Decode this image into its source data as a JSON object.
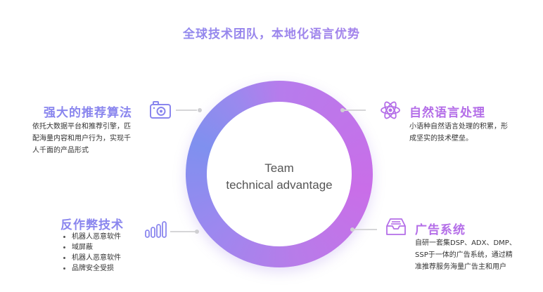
{
  "page": {
    "title": "全球技术团队，本地化语言优势"
  },
  "center": {
    "line1": "Team",
    "line2": "technical advantage"
  },
  "sections": {
    "algorithm": {
      "title": "强大的推荐算法",
      "desc_lines": [
        "依托大数据平台和推荐引擎，匹",
        "配海量内容和用户行为，实现千",
        "人千面的产品形式"
      ],
      "icon": "camera-icon"
    },
    "nlp": {
      "title": "自然语言处理",
      "desc_lines": [
        "小语种自然语言处理的积累，形",
        "成坚实的技术壁垒。"
      ],
      "icon": "atom-icon"
    },
    "anticheat": {
      "title": "反作弊技术",
      "bullets": [
        "机器人恶意软件",
        "域屏蔽",
        "机器人恶意软件",
        "品牌安全受损"
      ],
      "icon": "bar-chart-icon"
    },
    "ads": {
      "title": "广告系统",
      "desc_lines": [
        "自研一套集DSP、ADX、DMP、",
        "SSP于一体的广告系统，通过精",
        "准推荐服务海量广告主和用户"
      ],
      "icon": "inbox-tray-icon"
    }
  },
  "colors": {
    "ring_blue": "#7f90ef",
    "ring_purple": "#c96ee8",
    "title_left": "#8a86ee",
    "title_right": "#b46ee8"
  }
}
